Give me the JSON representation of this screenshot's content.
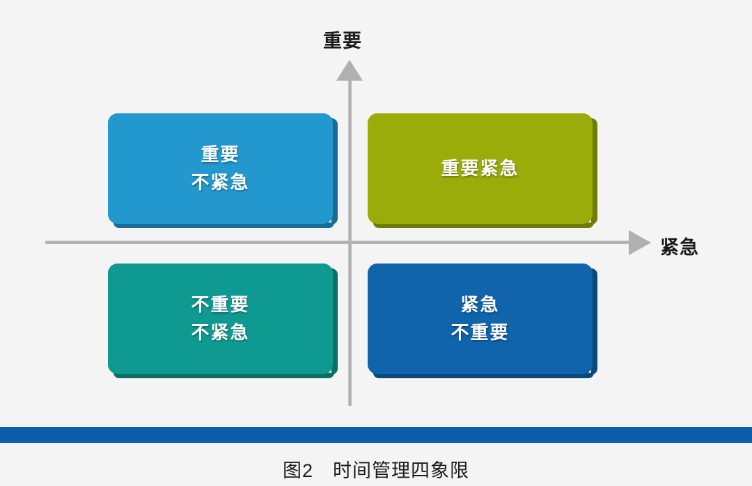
{
  "figure": {
    "caption": "图2　时间管理四象限",
    "background_color": "#f4f4f4",
    "footer_bar_color": "#0b5ea9"
  },
  "axes": {
    "vertical": {
      "label": "重要",
      "direction": "up",
      "color": "#b0b0b0"
    },
    "horizontal": {
      "label": "紧急",
      "direction": "right",
      "color": "#b0b0b0"
    }
  },
  "quadrants": [
    {
      "id": "important-not-urgent",
      "position": "top-left",
      "lines": [
        "重要",
        "不紧急"
      ],
      "color": "#2398ce",
      "text_color": "#ffffff"
    },
    {
      "id": "important-urgent",
      "position": "top-right",
      "lines": [
        "重要紧急"
      ],
      "color": "#9aac09",
      "text_color": "#ffffff"
    },
    {
      "id": "not-important-not-urgent",
      "position": "bottom-left",
      "lines": [
        "不重要",
        "不紧急"
      ],
      "color": "#0f9a91",
      "text_color": "#ffffff"
    },
    {
      "id": "urgent-not-important",
      "position": "bottom-right",
      "lines": [
        "紧急",
        "不重要"
      ],
      "color": "#0f64ac",
      "text_color": "#ffffff"
    }
  ]
}
